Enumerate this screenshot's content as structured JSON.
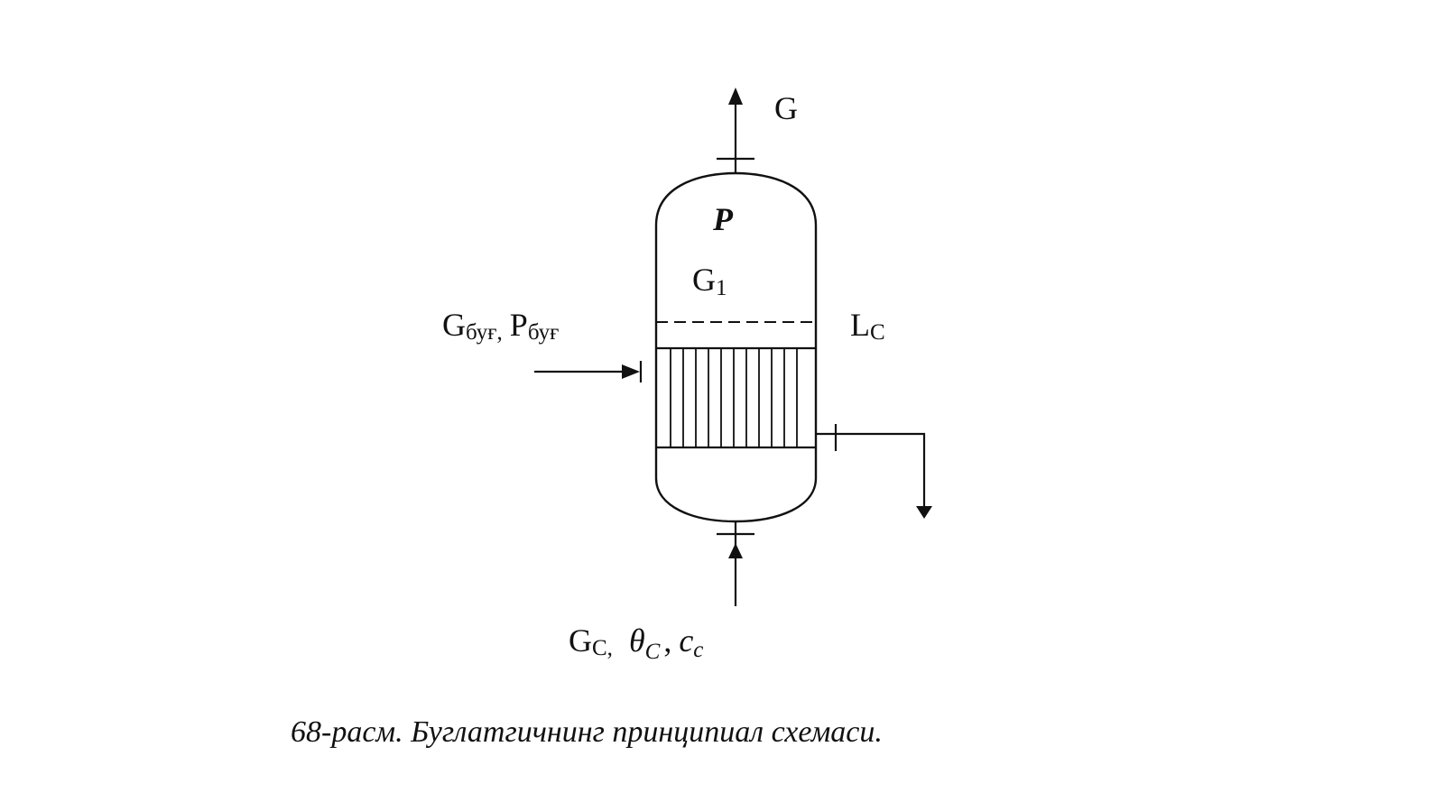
{
  "labels": {
    "top_outlet": "G",
    "pressure": "P",
    "vapor_flow_main": "G",
    "vapor_flow_sub": "1",
    "steam_inlet_g_main": "G",
    "steam_inlet_g_sub": "буғ,",
    "steam_inlet_p_main": "P",
    "steam_inlet_p_sub": "буғ",
    "level_main": "L",
    "level_sub": "C",
    "feed_g_main": "G",
    "feed_g_sub": "C,",
    "feed_theta_main": "θ",
    "feed_theta_sub": "C",
    "feed_sep": ",",
    "feed_c_main": "c",
    "feed_c_sub": "c"
  },
  "caption": "68-расм. Буглатгичнинг принципиал схемаси."
}
